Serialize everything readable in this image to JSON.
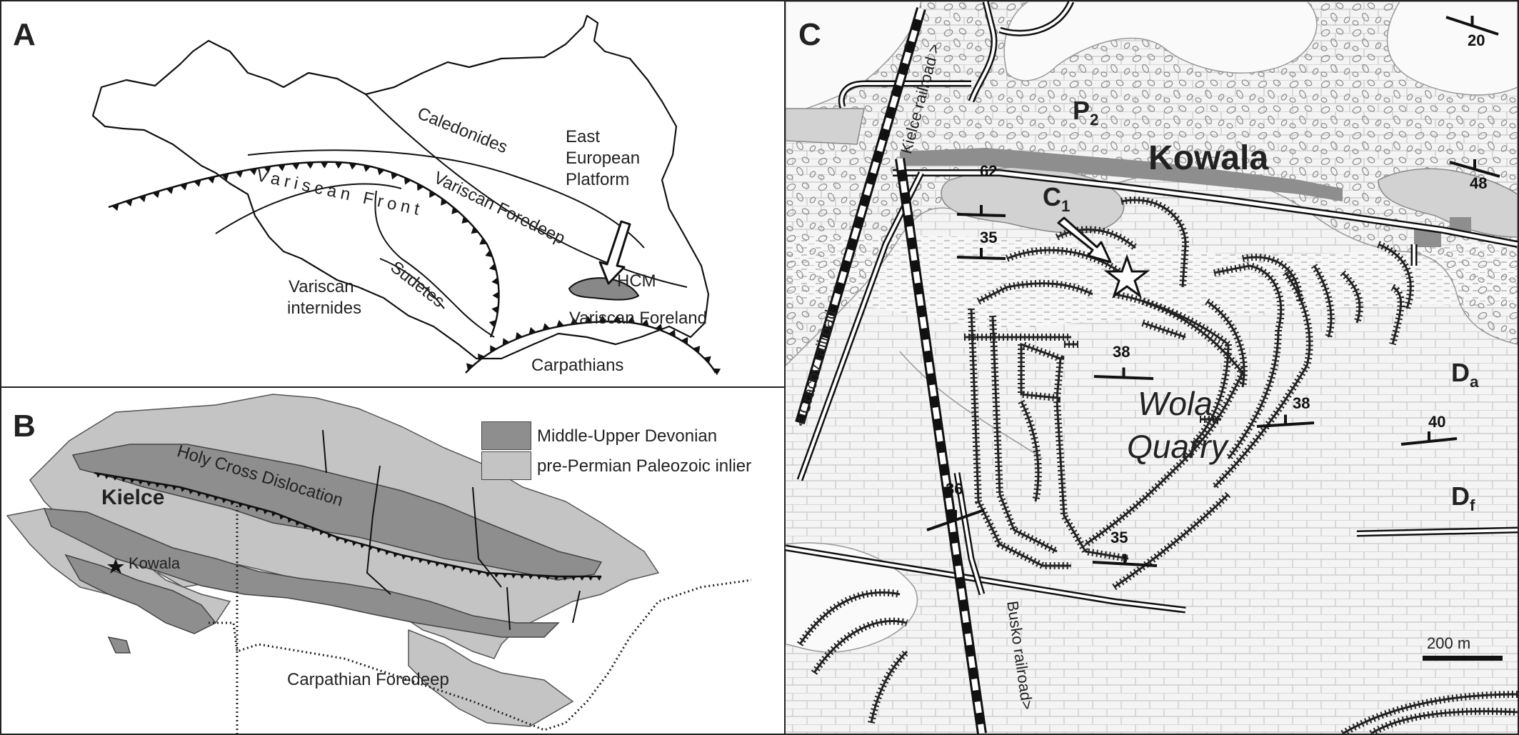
{
  "colors": {
    "devonian": "#8e8e8e",
    "paleozoic": "#c4c4c4",
    "c1": "#d2d2d2",
    "line": "#111111",
    "quarry_outline": "#222222"
  },
  "panel_a": {
    "label": "A",
    "regions": {
      "caledonides": "Caledonides",
      "east_european_platform": [
        "East",
        "European",
        "Platform"
      ],
      "variscan_front": "Variscan Front",
      "variscan_foredeep": "Variscan Foredeep",
      "hcm": "HCM",
      "sudetes": "Sudetes",
      "variscan_internides": [
        "Variscan",
        "internides"
      ],
      "variscan_foreland": "Variscan Foreland",
      "carpathians": "Carpathians"
    }
  },
  "panel_b": {
    "label": "B",
    "legend": [
      {
        "label": "Middle-Upper Devonian",
        "color": "#8e8e8e"
      },
      {
        "label": "pre-Permian Paleozoic inlier",
        "color": "#c4c4c4"
      }
    ],
    "labels": {
      "holy_cross_dislocation": "Holy Cross Dislocation",
      "kielce": "Kielce",
      "kowala": "Kowala",
      "carpathian_foredeep": "Carpathian Foredeep"
    }
  },
  "panel_c": {
    "label": "C",
    "labels": {
      "p2": "P",
      "p2_sub": "2",
      "kowala": "Kowala",
      "c1": "C",
      "c1_sub": "1",
      "wola": "Wola",
      "quarry": "Quarry",
      "da": "D",
      "da_sub": "a",
      "df": "D",
      "df_sub": "f",
      "kielce_railroad": "Kielce railroad >",
      "cracov_railroad": "< Cracov railroad",
      "busko_railroad": "Busko railroad>",
      "scale": "200 m"
    },
    "dips": [
      "20",
      "48",
      "62",
      "35",
      "38",
      "38",
      "40",
      "36",
      "35"
    ]
  }
}
